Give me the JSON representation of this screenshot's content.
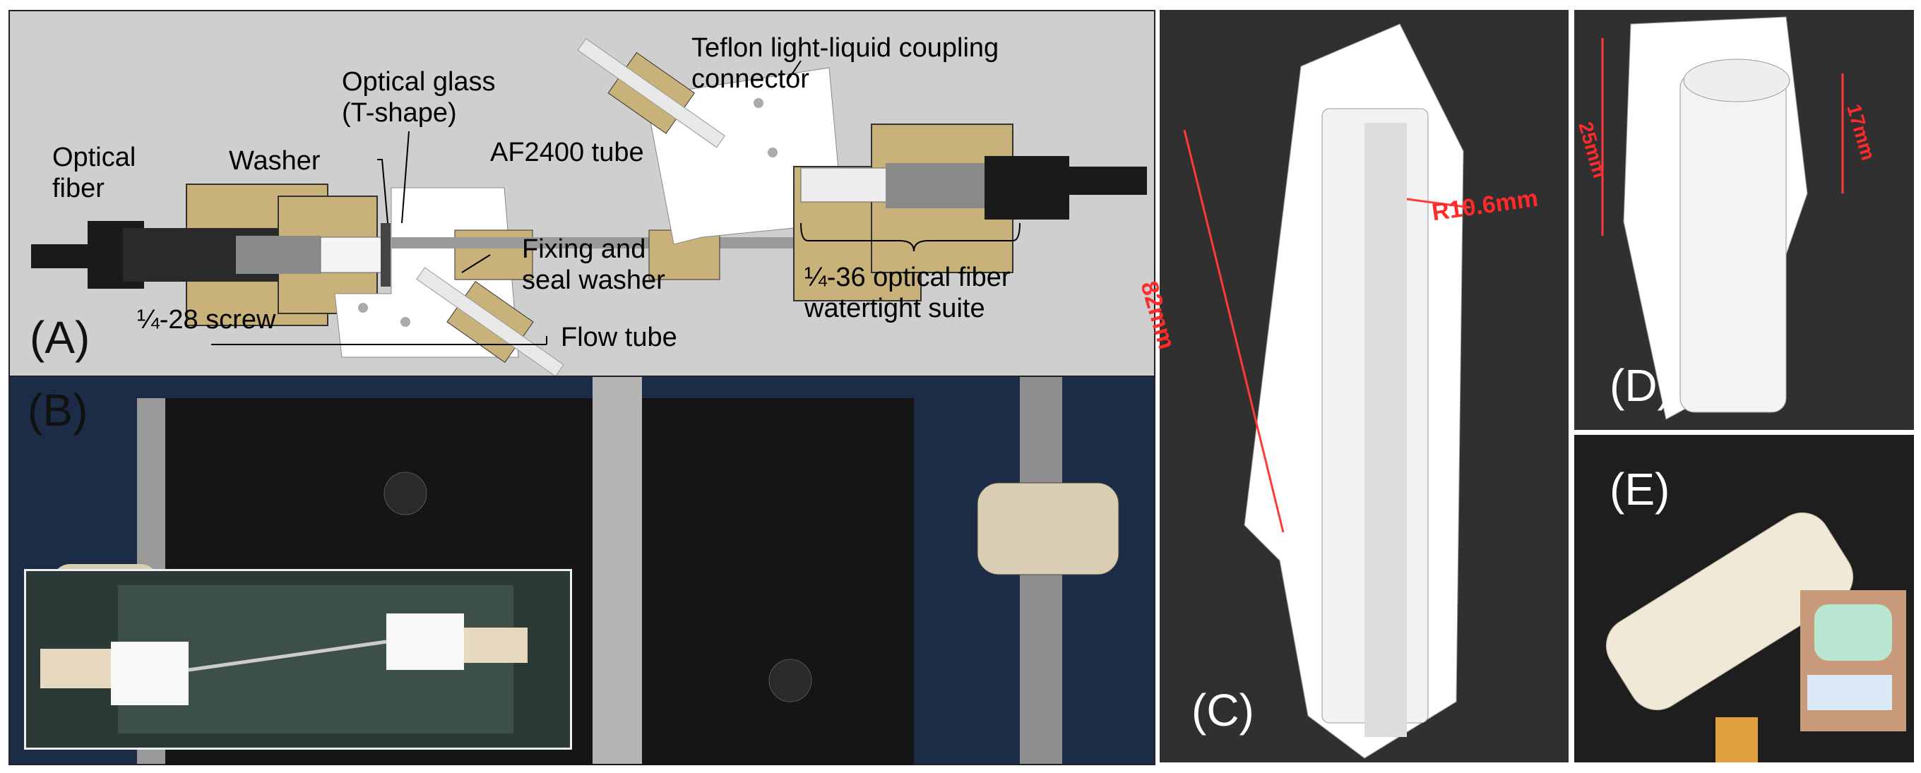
{
  "panel_a": {
    "label": "(A)",
    "annotations": {
      "optical_fiber": "Optical\nfiber",
      "washer": "Washer",
      "optical_glass": "Optical glass\n(T-shape)",
      "af2400_tube": "AF2400 tube",
      "teflon_connector": "Teflon light-liquid coupling\nconnector",
      "fixing_washer": "Fixing and\nseal washer",
      "quarter_28_screw": "¼-28 screw",
      "flow_tube": "Flow tube",
      "quarter_36_suite": "¼-36 optical fiber\nwatertight suite"
    },
    "colors": {
      "brass": "#c9b27a",
      "fiber": "#1a1a1a",
      "teflon": "#f2f2f2",
      "background": "#cfcfcf"
    }
  },
  "panel_b": {
    "label": "(B)"
  },
  "panel_c": {
    "label": "(C)",
    "dims": {
      "length": "82mm",
      "radius": "R10.6mm"
    }
  },
  "panel_d": {
    "label": "(D)",
    "dims": {
      "height": "25mm",
      "width": "17mm"
    }
  },
  "panel_e": {
    "label": "(E)"
  }
}
